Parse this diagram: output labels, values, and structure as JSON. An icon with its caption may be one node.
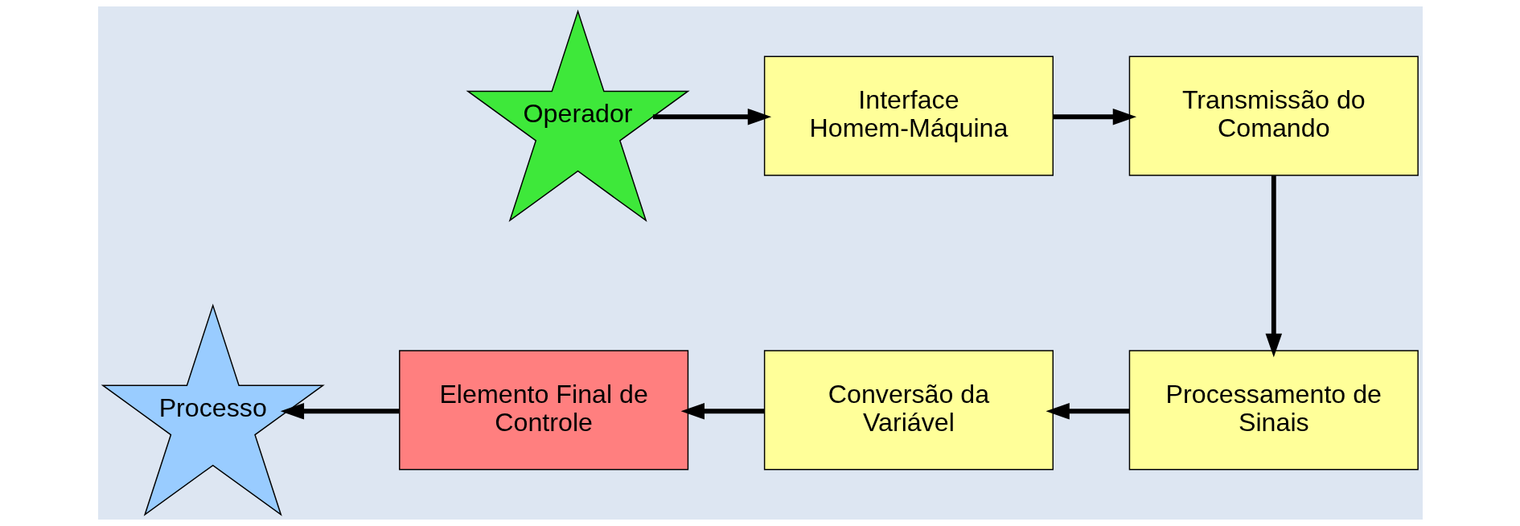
{
  "diagram": {
    "nodes": [
      {
        "text": [
          "Operador"
        ]
      },
      {
        "text": [
          "Interface Homem-Máquina"
        ]
      },
      {
        "text": [
          "Transmissão do Comando"
        ]
      },
      {
        "text": [
          "Processo"
        ]
      },
      {
        "text": [
          "Elemento Final de Controle"
        ]
      },
      {
        "text": [
          "Conversão da Variável"
        ]
      },
      {
        "text": [
          "Processamento de Sinais"
        ]
      }
    ],
    "edges": [
      {
        "from": 0,
        "to": 1,
        "arrow": "to"
      },
      {
        "from": 1,
        "to": 2,
        "arrow": "to"
      },
      {
        "from": 2,
        "to": 6,
        "arrow": "to"
      },
      {
        "from": 6,
        "to": 5,
        "arrow": "to"
      },
      {
        "from": 5,
        "to": 4,
        "arrow": "to"
      },
      {
        "from": 4,
        "to": 3,
        "arrow": "to"
      }
    ]
  }
}
